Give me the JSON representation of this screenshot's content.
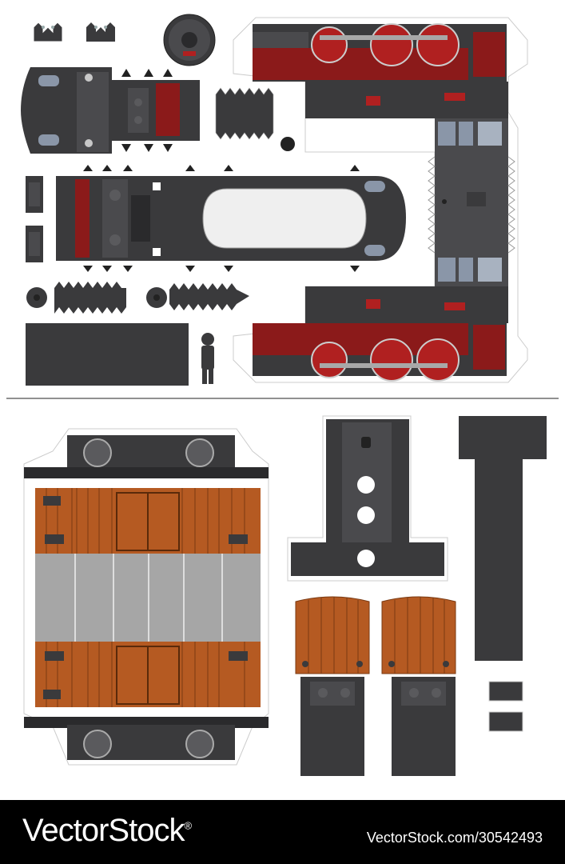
{
  "image": {
    "title": "Paper model of a historic steam tank locomotive and freight wagon",
    "type": "vector stock illustration"
  },
  "colors": {
    "body_black": "#3a3a3c",
    "dark_gray": "#4a4a4d",
    "red": "#8b1a1a",
    "wood_brown": "#b55a22",
    "wood_dark": "#7a3a12",
    "roof_gray": "#a6a6a6",
    "window_blue": "#8a96a8",
    "white": "#ffffff",
    "footer_bg": "#000000"
  },
  "sections": {
    "locomotive_sheet": {
      "parts": [
        "cab-roof",
        "smokebox-front",
        "boiler-top",
        "side-panel-upper",
        "side-panel-lower",
        "water-tank",
        "wheels",
        "buffers",
        "figure"
      ]
    },
    "wagon_sheet": {
      "parts": [
        "wagon-body-net",
        "wagon-ends",
        "chassis-t",
        "chimney-strip",
        "small-blocks"
      ]
    }
  },
  "footer": {
    "brand": "VectorStock",
    "registered": "®",
    "credit": "VectorStock.com/30542493"
  }
}
